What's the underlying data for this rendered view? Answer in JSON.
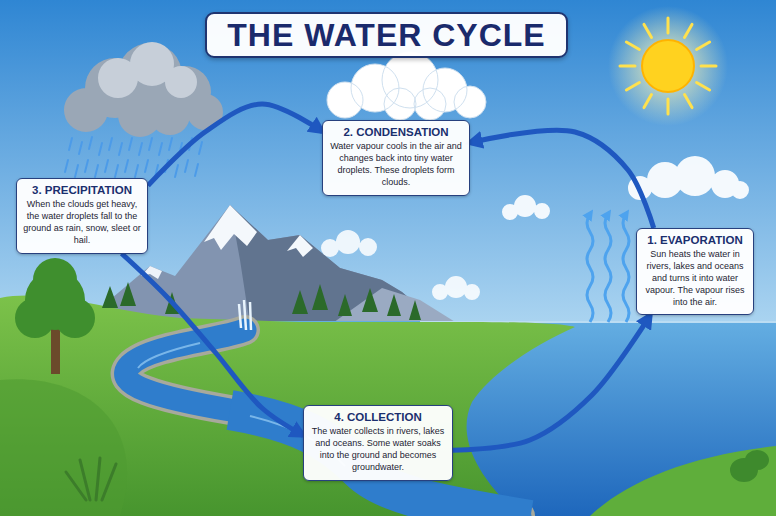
{
  "diagram": {
    "title": "THE WATER CYCLE",
    "nodes": [
      {
        "text": [
          "1. EVAPORATION",
          "Sun heats the water in rivers, lakes and oceans and turns it into water vapour. The vapour rises into the air."
        ]
      },
      {
        "text": [
          "2. CONDENSATION",
          "Water vapour cools in the air and changes back into tiny water droplets. These droplets form clouds."
        ]
      },
      {
        "text": [
          "3. PRECIPITATION",
          "When the clouds get heavy, the water droplets fall to the ground as rain, snow, sleet or hail."
        ]
      },
      {
        "text": [
          "4. COLLECTION",
          "The water collects in rivers, lakes and oceans. Some water soaks into the ground and becomes groundwater."
        ]
      }
    ],
    "edges": [
      {
        "from": 0,
        "to": 1,
        "arrow": "to"
      },
      {
        "from": 2,
        "to": 1,
        "arrow": "to"
      },
      {
        "from": 2,
        "to": 3,
        "arrow": "to"
      },
      {
        "from": 3,
        "to": 0,
        "arrow": "to"
      }
    ]
  }
}
